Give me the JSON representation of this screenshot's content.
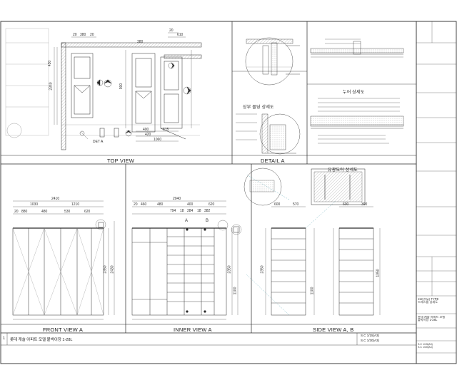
{
  "views": {
    "top_view": "TOP VIEW",
    "detail_a": "DETAIL A",
    "front_view": "FRONT VIEW A",
    "inner_view": "INNER VIEW A",
    "side_view": "SIDE VIEW A, B"
  },
  "detail_labels": {
    "upper_molding": "상부 몰딩 상세도",
    "sill_detail": "누어 상세도",
    "sliding_door_detail": "유광도어 상세도",
    "det_a_marker": "DET A",
    "section_a": "A",
    "section_b": "B"
  },
  "top_view_dims": {
    "d1": "20",
    "d2": "380",
    "d3": "20",
    "d4": "20",
    "d5": "610",
    "d6": "380",
    "d7": "400",
    "d8": "615",
    "d9": "420",
    "d10": "1060",
    "d11": "2340",
    "d12": "430",
    "d13": "900"
  },
  "front_view_dims": {
    "total": "2410",
    "left": "1030",
    "right": "1210",
    "p1": "20",
    "p2": "880",
    "p3": "480",
    "p4": "530",
    "p5": "620",
    "h1": "2350",
    "h2": "2430"
  },
  "inner_view_dims": {
    "total": "2040",
    "p1": "20",
    "p2": "460",
    "p3": "480",
    "p4": "400",
    "p5": "620",
    "s1": "794",
    "s2": "18",
    "s3": "284",
    "s4": "18",
    "s5": "382",
    "h1": "2350",
    "h2": "1100"
  },
  "side_view_dims": {
    "w1": "600",
    "w2": "570",
    "w3": "600",
    "w4": "390",
    "h1": "2350",
    "h2": "1100",
    "h3": "1050"
  },
  "title_block": {
    "project_title": "112(주요) TYPE",
    "project_subtitle": "드레스룸 상세도",
    "client": "롯데 캐슬 아파트 모델",
    "drawing_name": "붙박이장 1-28L",
    "scale1": "S.C 1/15(A3)",
    "scale2": "S.C 1/30(A3)",
    "drawing_no": "1",
    "note_text": "붙박이장 1-28L"
  },
  "footer": {
    "index": "1",
    "description": "롯데 캐슬 아파트 모델 붙박이장 1-28L"
  },
  "colors": {
    "line": "#2a2a2a",
    "light": "#8a8a8a",
    "cyan": "#5fa8b8",
    "hatch": "#9a9a9a"
  }
}
